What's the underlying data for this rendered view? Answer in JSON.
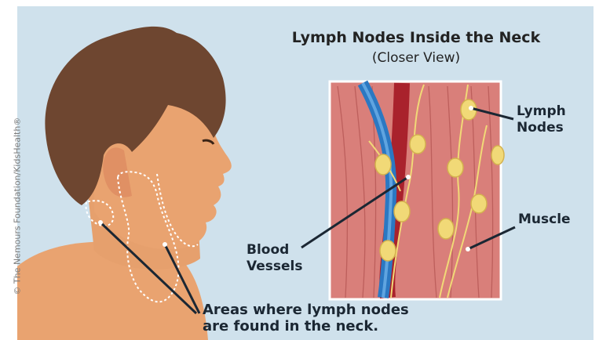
{
  "title": "Lymph Nodes Inside the Neck",
  "subtitle": "(Closer View)",
  "labels": {
    "lymph_nodes_line1": "Lymph",
    "lymph_nodes_line2": "Nodes",
    "muscle": "Muscle",
    "blood_vessels_line1": "Blood",
    "blood_vessels_line2": "Vessels",
    "areas_line1": "Areas where lymph nodes",
    "areas_line2": "are found in the neck."
  },
  "copyright": "© The Nemours Foundation/KidsHealth®",
  "colors": {
    "background": "#cfe1ec",
    "skin": "#e9a370",
    "hair": "#6e4630",
    "muscle": "#d97f7a",
    "vein": "#2b78c2",
    "artery": "#a9222c",
    "lymph_node": "#f1d977",
    "label_text": "#1b2733"
  }
}
